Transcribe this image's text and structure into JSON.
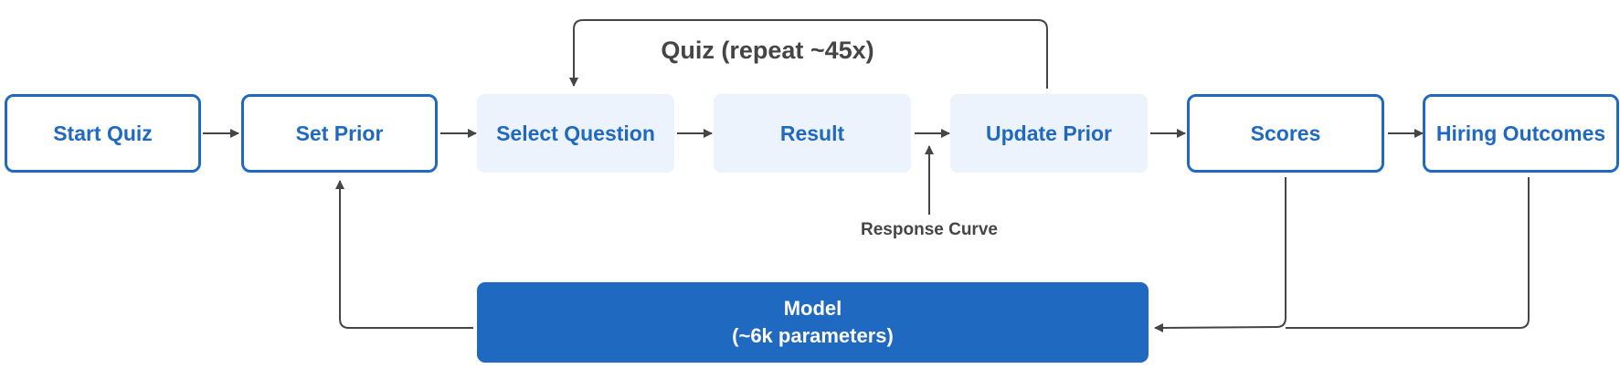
{
  "nodes": {
    "start_quiz": "Start Quiz",
    "set_prior": "Set Prior",
    "select_question": "Select Question",
    "result": "Result",
    "update_prior": "Update Prior",
    "scores": "Scores",
    "hiring_outcomes": "Hiring Outcomes",
    "model_line1": "Model",
    "model_line2": "(~6k parameters)"
  },
  "labels": {
    "loop": "Quiz (repeat ~45x)",
    "response_curve": "Response Curve"
  },
  "colors": {
    "primary": "#1f69c1",
    "light_fill": "#ecf3fc",
    "arrow": "#454545",
    "text_dark": "#454545"
  }
}
